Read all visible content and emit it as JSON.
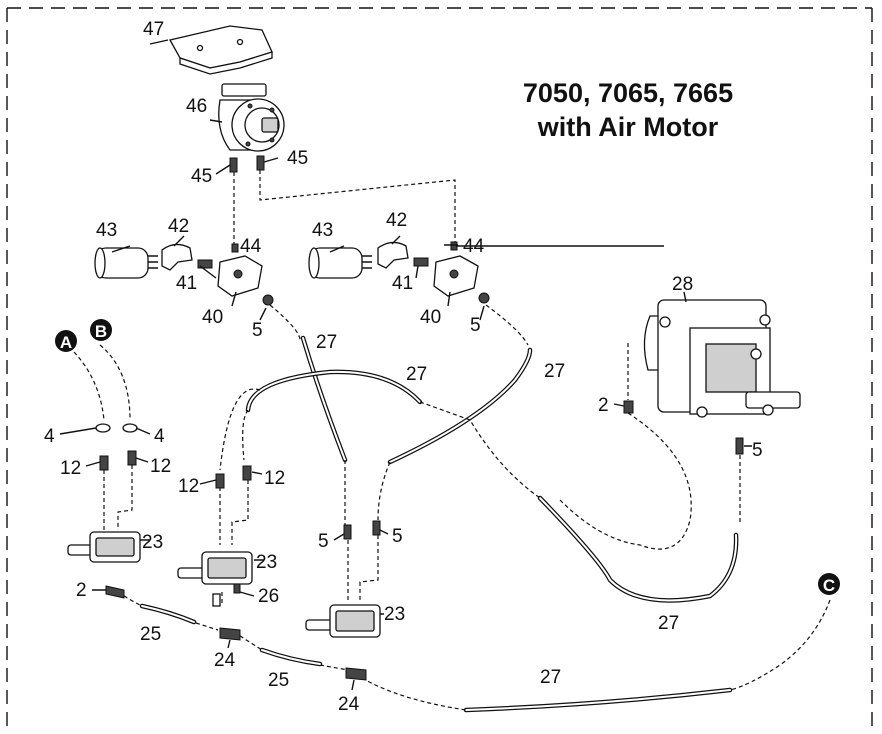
{
  "title": {
    "line1": "7050, 7065, 7665",
    "line2": "with Air Motor"
  },
  "connectors": {
    "a": "A",
    "b": "B",
    "c": "C"
  },
  "labels": {
    "p47": "47",
    "p46": "46",
    "p45a": "45",
    "p45b": "45",
    "p43a": "43",
    "p42a": "42",
    "p44a": "44",
    "p41a": "41",
    "p40a": "40",
    "p5a": "5",
    "p43b": "43",
    "p42b": "42",
    "p44b": "44",
    "p41b": "41",
    "p40b": "40",
    "p5b": "5",
    "p28": "28",
    "p2a": "2",
    "p5c": "5",
    "p27a": "27",
    "p27b": "27",
    "p27c": "27",
    "p27d": "27",
    "p27e": "27",
    "p4a": "4",
    "p4b": "4",
    "p12a": "12",
    "p12b": "12",
    "p12c": "12",
    "p12d": "12",
    "p23a": "23",
    "p23b": "23",
    "p23c": "23",
    "p5d": "5",
    "p5e": "5",
    "p26": "26",
    "p2b": "2",
    "p25a": "25",
    "p25b": "25",
    "p24a": "24",
    "p24b": "24"
  }
}
